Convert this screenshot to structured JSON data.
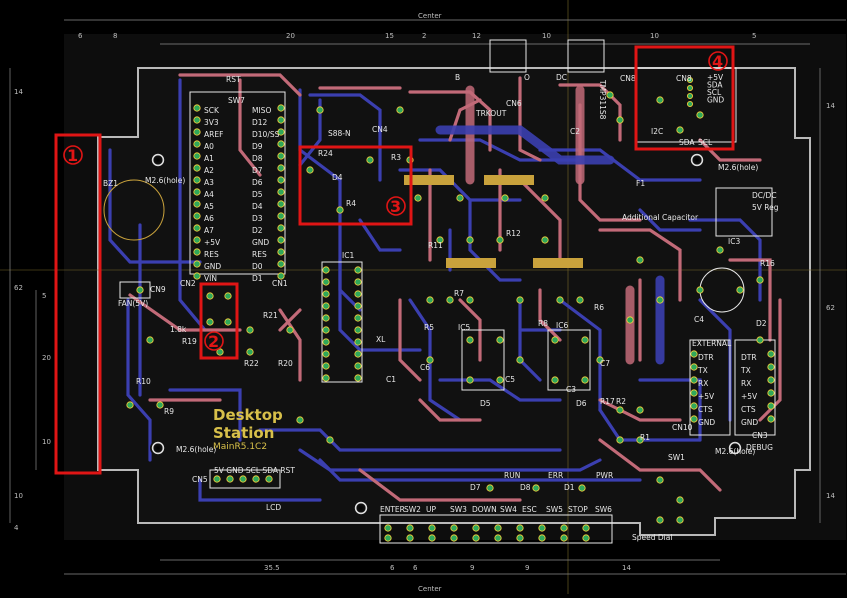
{
  "dimensions": {
    "top_center": "Center",
    "bottom_center": "Center",
    "top_marks": [
      "6",
      "8",
      "20",
      "15",
      "2",
      "12",
      "10",
      "10",
      "5"
    ],
    "bottom_marks": [
      "35.5",
      "6",
      "6",
      "9",
      "9",
      "14"
    ],
    "left_marks": [
      "14",
      "62",
      "5",
      "20",
      "10",
      "10",
      "4"
    ],
    "right_marks": [
      "14",
      "62",
      "14"
    ]
  },
  "board": {
    "logo_line1": "Desktop",
    "logo_line2": "Station",
    "logo_line3": "MainR5.1C2",
    "hole_label": "M2.6(hole)"
  },
  "labels": {
    "rst": "RST",
    "sw7": "SW7",
    "arduino_left_pins": [
      "SCK",
      "3V3",
      "AREF",
      "A0",
      "A1",
      "A2",
      "A3",
      "A4",
      "A5",
      "A6",
      "A7",
      "+5V",
      "RES",
      "GND",
      "VIN"
    ],
    "arduino_right_pins": [
      "MISO",
      "D12",
      "D10/SS",
      "D9",
      "D8",
      "D7",
      "D6",
      "D5",
      "D4",
      "D3",
      "D2",
      "GND",
      "RES",
      "D0",
      "D1"
    ],
    "cn1": "CN1",
    "cn2": "CN2",
    "bz1": "BZ1",
    "cn9": "CN9",
    "fan": "FAN(5V)",
    "r18": "1.8k",
    "r19": "R19",
    "r10": "R10",
    "r9": "R9",
    "r21": "R21",
    "r22": "R22",
    "r20": "R20",
    "ic1": "IC1",
    "xl": "XL",
    "c1": "C1",
    "cn4": "CN4",
    "r24": "R24",
    "s88n": "S88-N",
    "d4": "D4",
    "r4": "R4",
    "r3": "R3",
    "trkout": "TRKOUT",
    "cn6": "CN6",
    "b_pin": "B",
    "o_pin": "O",
    "dc": "DC",
    "r11": "R11",
    "r12": "R12",
    "r7": "R7",
    "r8": "R8",
    "r5": "R5",
    "r6": "R6",
    "ic5": "IC5",
    "ic6": "IC6",
    "d5": "D5",
    "d6": "D6",
    "c6": "C6",
    "c5": "C5",
    "c7": "C7",
    "c3": "C3",
    "c2": "C2",
    "c4": "C4",
    "f1": "F1",
    "additional_capacitor": "Additional Capacitor",
    "dcdc": "DC/DC",
    "dcdc_sub": "5V Reg",
    "ic3": "IC3",
    "r16": "R16",
    "d2": "D2",
    "vertical_part": "TMP311S8",
    "cn8": "CN8",
    "i2c": "I2C",
    "i2c_pins": [
      "+5V",
      "SDA",
      "SCL",
      "GND"
    ],
    "sda": "SDA",
    "scl": "SCL",
    "hole_right": "M2.6(hole)",
    "external": "EXTERNAL",
    "ext_pins": [
      "DTR",
      "TX",
      "RX",
      "+5V",
      "CTS",
      "GND"
    ],
    "debug_pins": [
      "DTR",
      "TX",
      "RX",
      "+5V",
      "CTS",
      "GND"
    ],
    "cn10": "CN10",
    "cn3": "CN3",
    "debug": "DEBUG",
    "r17": "R17",
    "r2": "R2",
    "r1": "R1",
    "sw1": "SW1",
    "run": "RUN",
    "err": "ERR",
    "pwr": "PWR",
    "d7": "D7",
    "d8": "D8",
    "d1": "D1",
    "cn5": "CN5",
    "cn5_pins": "5V GND SCL SDA RST",
    "lcd": "LCD",
    "buttons": [
      "ENTER",
      "SW2",
      "UP",
      "SW3",
      "DOWN",
      "SW4",
      "ESC",
      "SW5",
      "STOP",
      "SW6"
    ],
    "speed_dial": "Speed Dial"
  },
  "highlights": [
    "1",
    "2",
    "3",
    "4"
  ],
  "colors": {
    "background": "#000000",
    "board": "#0d0d0d",
    "top_trace": "#c26a78",
    "bottom_trace": "#3b3fb0",
    "pad": "#2fa85a",
    "silkscreen": "#e8e8e8",
    "highlight": "#e01515",
    "logo": "#d8c04a"
  }
}
